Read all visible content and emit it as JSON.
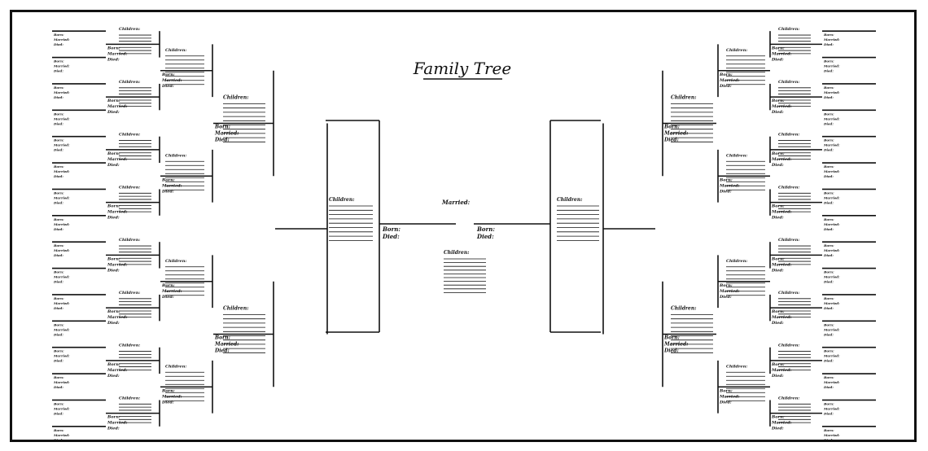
{
  "title": "Family Tree",
  "labels": {
    "born": "Born:",
    "married": "Married:",
    "died": "Died:",
    "children": "Children:"
  },
  "colors": {
    "ink": "#111111",
    "paper": "#ffffff"
  }
}
